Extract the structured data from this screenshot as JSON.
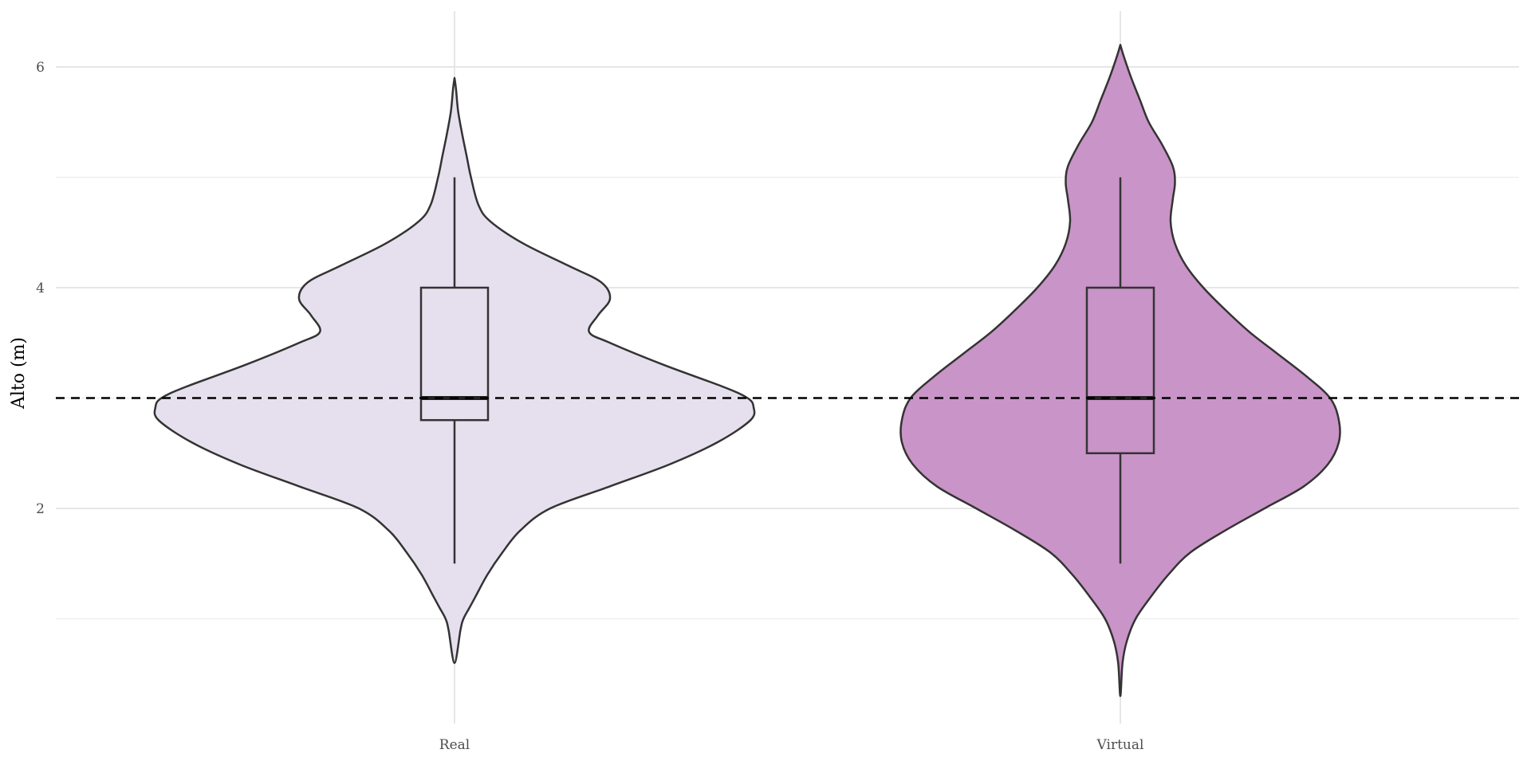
{
  "chart_data": {
    "type": "violin",
    "title": "",
    "xlabel": "",
    "ylabel": "Alto (m)",
    "ylim": [
      0.2,
      6.6
    ],
    "yticks": [
      2,
      4,
      6
    ],
    "ytick_labels": [
      "2",
      "4",
      "6"
    ],
    "y_minor_gridlines": [
      1,
      3,
      5
    ],
    "categories": [
      "Real",
      "Virtual"
    ],
    "grid": true,
    "legend": "none",
    "reference_line": {
      "y": 3,
      "style": "dashed",
      "color": "#000000"
    },
    "series": [
      {
        "category": "Real",
        "fill": "#e6e0ee",
        "box": {
          "whisker_low": 1.5,
          "q1": 2.8,
          "median": 3.0,
          "q3": 4.0,
          "whisker_high": 5.0
        },
        "density": [
          [
            0.6,
            0.0
          ],
          [
            0.9,
            0.02
          ],
          [
            1.0,
            0.03
          ],
          [
            1.1,
            0.05
          ],
          [
            1.2,
            0.07
          ],
          [
            1.4,
            0.11
          ],
          [
            1.6,
            0.16
          ],
          [
            1.8,
            0.22
          ],
          [
            2.0,
            0.32
          ],
          [
            2.2,
            0.52
          ],
          [
            2.4,
            0.72
          ],
          [
            2.6,
            0.88
          ],
          [
            2.8,
            0.99
          ],
          [
            2.92,
            1.0
          ],
          [
            3.0,
            0.98
          ],
          [
            3.1,
            0.9
          ],
          [
            3.3,
            0.7
          ],
          [
            3.5,
            0.52
          ],
          [
            3.6,
            0.45
          ],
          [
            3.75,
            0.48
          ],
          [
            3.9,
            0.52
          ],
          [
            4.05,
            0.49
          ],
          [
            4.2,
            0.38
          ],
          [
            4.4,
            0.23
          ],
          [
            4.6,
            0.12
          ],
          [
            4.75,
            0.08
          ],
          [
            5.0,
            0.055
          ],
          [
            5.2,
            0.04
          ],
          [
            5.4,
            0.025
          ],
          [
            5.6,
            0.012
          ],
          [
            5.8,
            0.005
          ],
          [
            5.9,
            0.0
          ]
        ]
      },
      {
        "category": "Virtual",
        "fill": "#c994c7",
        "box": {
          "whisker_low": 1.5,
          "q1": 2.5,
          "median": 3.0,
          "q3": 4.0,
          "whisker_high": 5.0
        },
        "density": [
          [
            0.3,
            0.0
          ],
          [
            0.6,
            0.01
          ],
          [
            0.8,
            0.03
          ],
          [
            1.0,
            0.07
          ],
          [
            1.2,
            0.14
          ],
          [
            1.4,
            0.22
          ],
          [
            1.6,
            0.32
          ],
          [
            1.8,
            0.48
          ],
          [
            2.0,
            0.66
          ],
          [
            2.2,
            0.84
          ],
          [
            2.4,
            0.95
          ],
          [
            2.6,
            1.0
          ],
          [
            2.8,
            1.0
          ],
          [
            3.0,
            0.96
          ],
          [
            3.2,
            0.85
          ],
          [
            3.4,
            0.72
          ],
          [
            3.6,
            0.59
          ],
          [
            3.8,
            0.48
          ],
          [
            4.0,
            0.38
          ],
          [
            4.2,
            0.3
          ],
          [
            4.4,
            0.25
          ],
          [
            4.6,
            0.23
          ],
          [
            4.8,
            0.24
          ],
          [
            4.95,
            0.25
          ],
          [
            5.1,
            0.24
          ],
          [
            5.3,
            0.19
          ],
          [
            5.5,
            0.13
          ],
          [
            5.7,
            0.09
          ],
          [
            5.9,
            0.05
          ],
          [
            6.1,
            0.015
          ],
          [
            6.2,
            0.0
          ]
        ]
      }
    ]
  }
}
